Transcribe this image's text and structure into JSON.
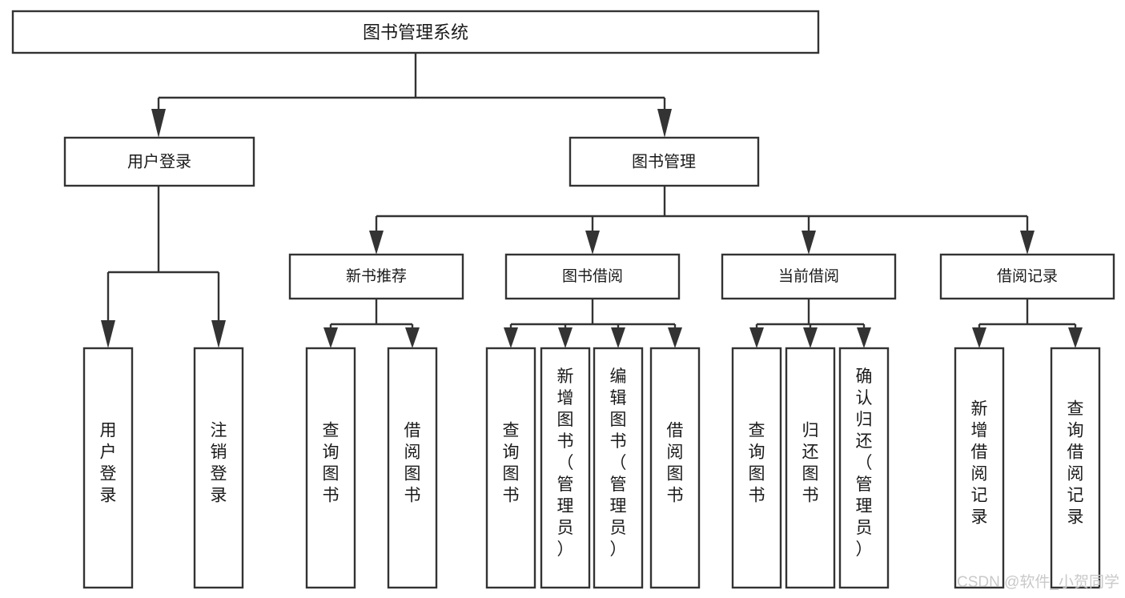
{
  "diagram": {
    "title": "图书管理系统",
    "type": "hierarchy-tree",
    "colors": {
      "stroke": "#333333",
      "fill": "#ffffff",
      "text": "#1a1a1a",
      "watermark": "#c9c9c9",
      "background": "#ffffff"
    },
    "root": {
      "id": "root",
      "label": "图书管理系统"
    },
    "level1": [
      {
        "id": "user-login",
        "label": "用户登录"
      },
      {
        "id": "book-manage",
        "label": "图书管理"
      }
    ],
    "level2": [
      {
        "id": "new-book-recommend",
        "label": "新书推荐",
        "parent": "book-manage"
      },
      {
        "id": "book-borrow",
        "label": "图书借阅",
        "parent": "book-manage"
      },
      {
        "id": "current-borrow",
        "label": "当前借阅",
        "parent": "book-manage"
      },
      {
        "id": "borrow-record",
        "label": "借阅记录",
        "parent": "book-manage"
      }
    ],
    "leaves": [
      {
        "id": "leaf-user-login",
        "label": "用户登录",
        "parent": "user-login"
      },
      {
        "id": "leaf-logout-login",
        "label": "注销登录",
        "parent": "user-login"
      },
      {
        "id": "leaf-query-book-1",
        "label": "查询图书",
        "parent": "new-book-recommend"
      },
      {
        "id": "leaf-borrow-book-1",
        "label": "借阅图书",
        "parent": "new-book-recommend"
      },
      {
        "id": "leaf-query-book-2",
        "label": "查询图书",
        "parent": "book-borrow"
      },
      {
        "id": "leaf-add-book",
        "label": "新增图书（管理员）",
        "parent": "book-borrow"
      },
      {
        "id": "leaf-edit-book",
        "label": "编辑图书（管理员）",
        "parent": "book-borrow"
      },
      {
        "id": "leaf-borrow-book-2",
        "label": "借阅图书",
        "parent": "book-borrow"
      },
      {
        "id": "leaf-query-book-3",
        "label": "查询图书",
        "parent": "current-borrow"
      },
      {
        "id": "leaf-return-book",
        "label": "归还图书",
        "parent": "current-borrow"
      },
      {
        "id": "leaf-confirm-return",
        "label": "确认归还（管理员）",
        "parent": "current-borrow"
      },
      {
        "id": "leaf-add-record",
        "label": "新增借阅记录",
        "parent": "borrow-record"
      },
      {
        "id": "leaf-query-record",
        "label": "查询借阅记录",
        "parent": "borrow-record"
      }
    ],
    "watermark": "CSDN @软件_小贺同学"
  }
}
